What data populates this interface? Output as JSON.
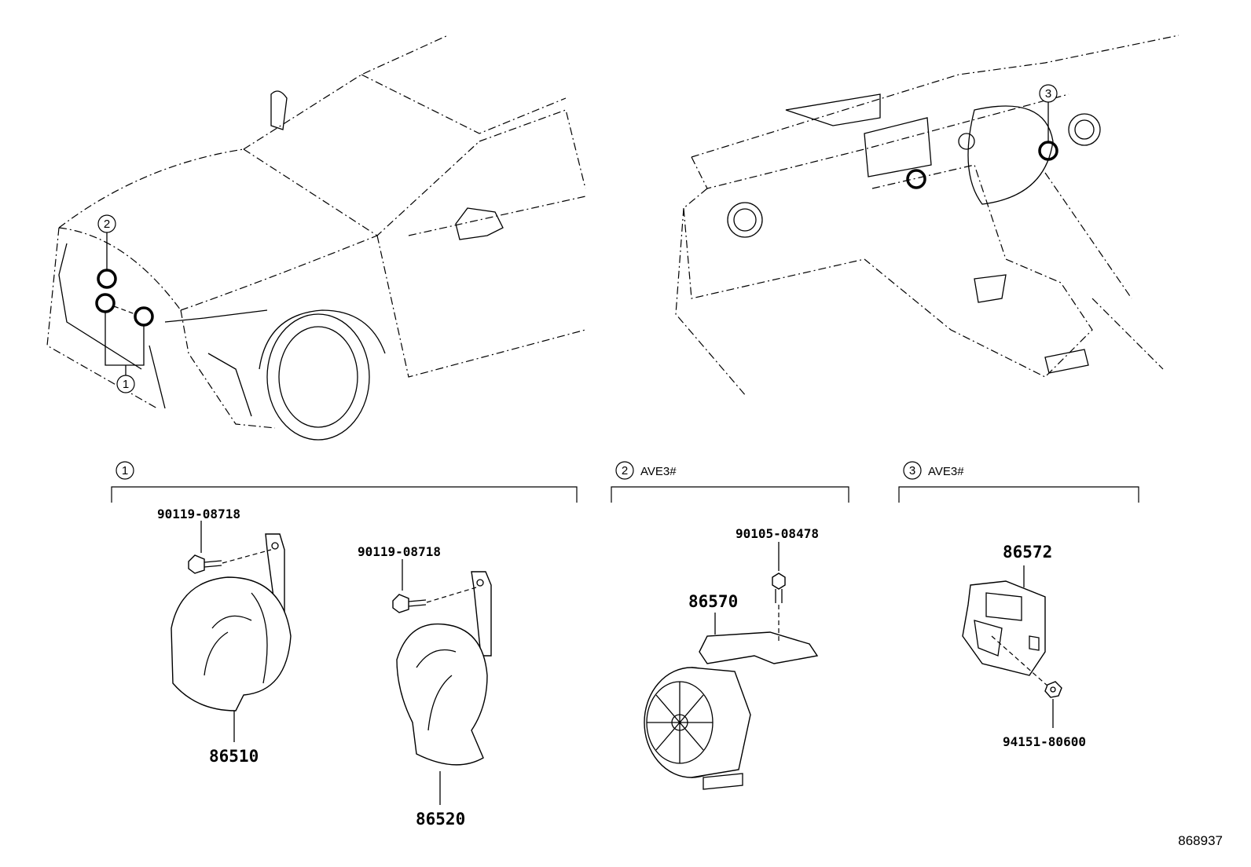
{
  "drawing_id": "868937",
  "callouts": {
    "c1": "1",
    "c2": "2",
    "c3": "3"
  },
  "sections": [
    {
      "num": "1",
      "label": ""
    },
    {
      "num": "2",
      "label": "AVE3#"
    },
    {
      "num": "3",
      "label": "AVE3#"
    }
  ],
  "parts": {
    "bolt_left": "90119-08718",
    "bolt_mid": "90119-08718",
    "horn_low": "86510",
    "horn_high": "86520",
    "bolt_sec2": "90105-08478",
    "speaker": "86570",
    "module": "86572",
    "nut": "94151-80600"
  }
}
